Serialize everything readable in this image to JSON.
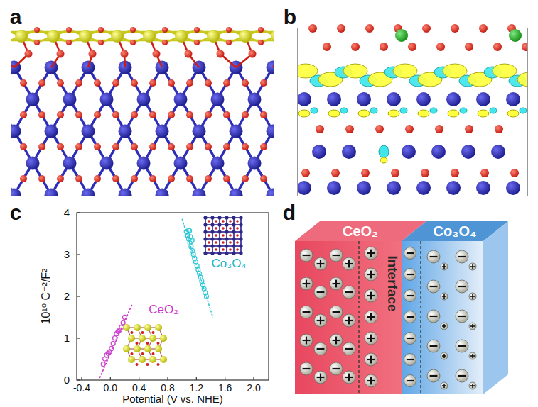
{
  "diagram": {
    "nodes": [
      {
        "text": [
          "CeO₂"
        ]
      },
      {
        "text": [
          "Co₃O₄"
        ]
      }
    ],
    "labels": [
      "a",
      "b",
      "c",
      "4",
      "3",
      "2",
      "1",
      "0",
      "-0.4",
      "0.0",
      "0.4",
      "0.8",
      "1.2",
      "1.6",
      "2.0",
      "10¹⁰ C⁻²/F²",
      "Potential (V vs. NHE)",
      "CeO₂",
      "Co₃O₄",
      "d",
      "Interface"
    ]
  }
}
